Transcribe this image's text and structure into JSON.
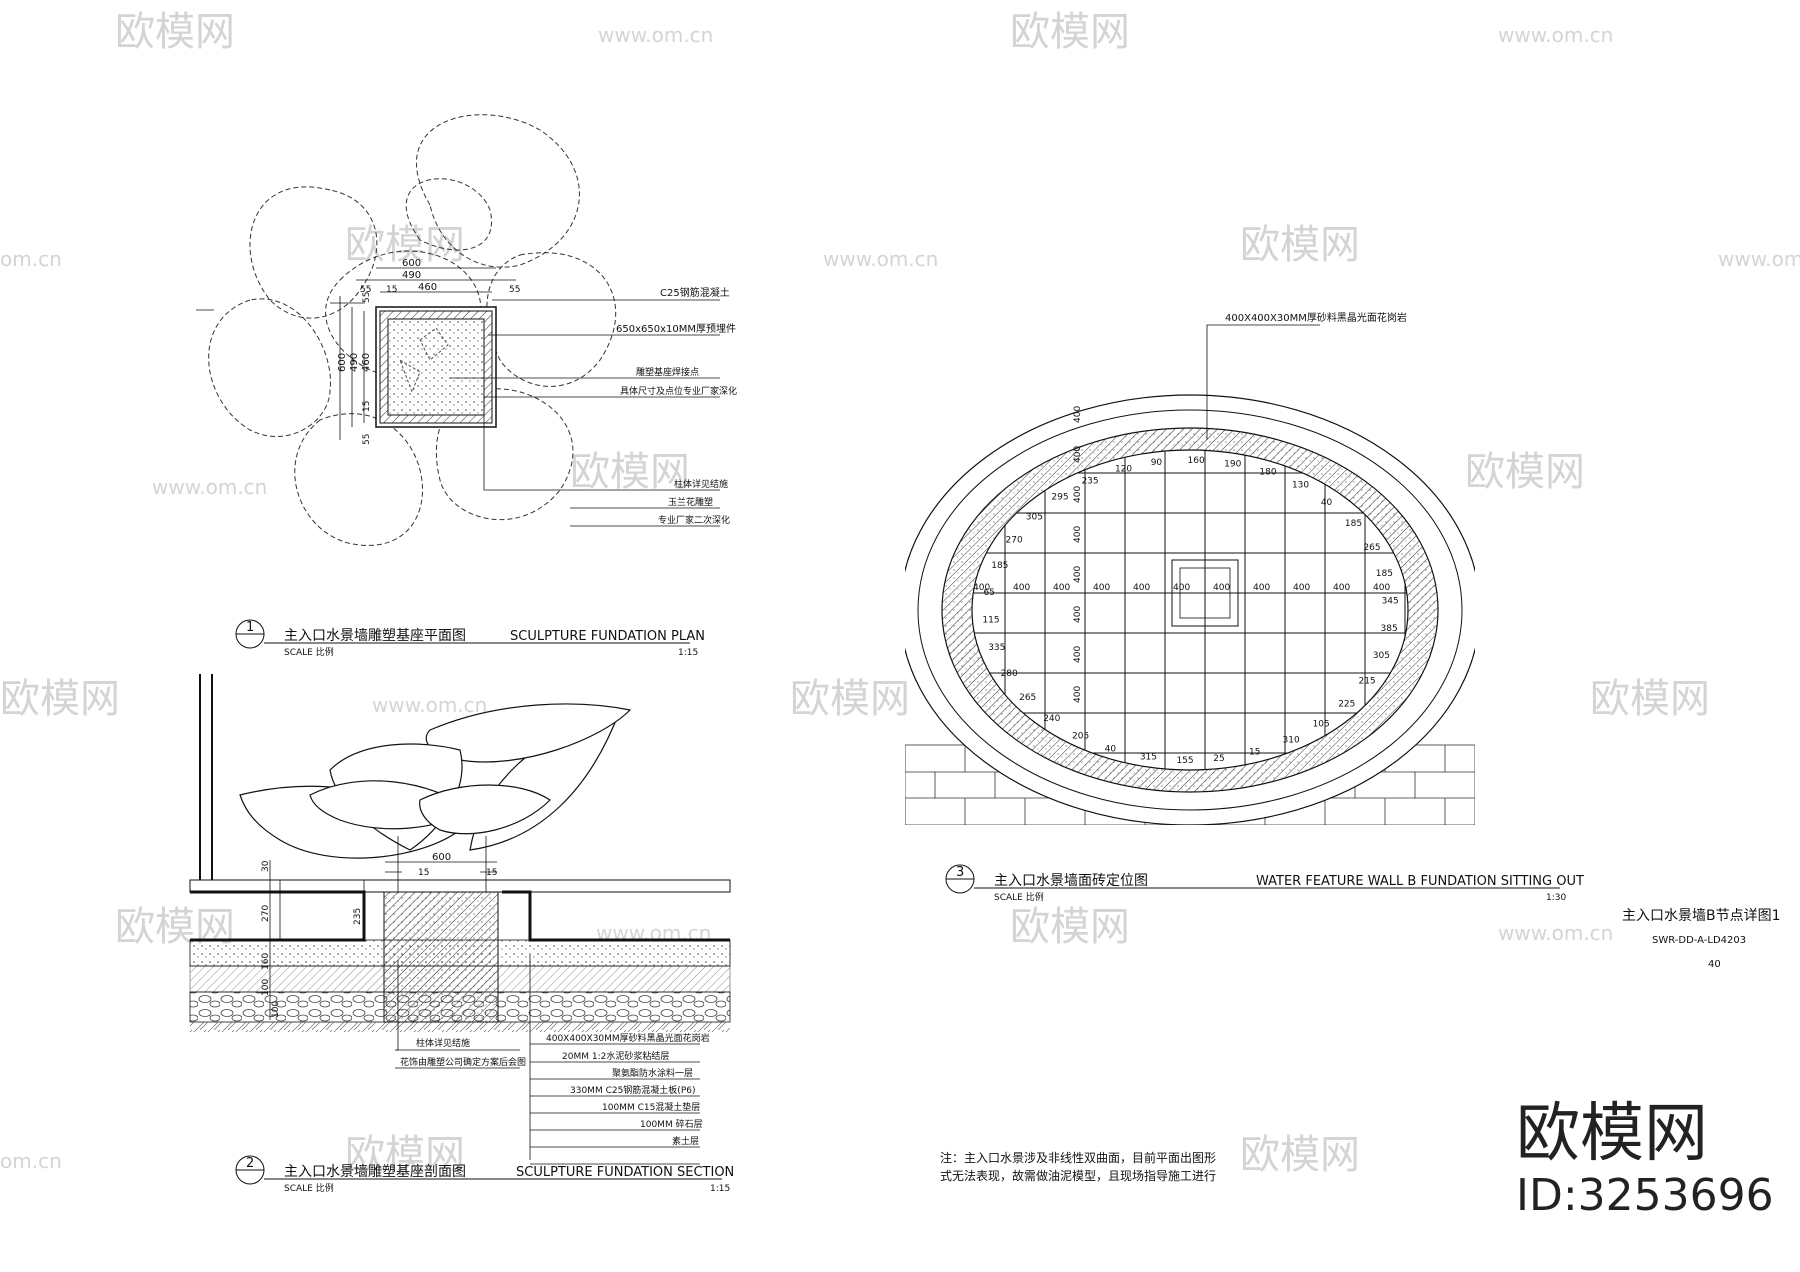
{
  "watermark": {
    "brand": "欧模网",
    "url": "www.om.cn",
    "url_short": "om.cn"
  },
  "drawing1": {
    "number": "1",
    "title_cn": "主入口水景墙雕塑基座平面图",
    "title_en": "SCULPTURE FUNDATION PLAN",
    "scale_label": "SCALE 比例",
    "scale": "1:15",
    "dims_top": [
      "55",
      "600",
      "490",
      "460",
      "15",
      "55"
    ],
    "dims_left": [
      "600",
      "490",
      "460",
      "15",
      "55",
      "55"
    ],
    "notes": [
      "C25钢筋混凝土",
      "650x650x10MM厚预埋件",
      "雕塑基座焊接点",
      "具体尺寸及点位专业厂家深化",
      "柱体详见结施",
      "玉兰花雕塑",
      "专业厂家二次深化"
    ]
  },
  "drawing2": {
    "number": "2",
    "title_cn": "主入口水景墙雕塑基座剖面图",
    "title_en": "SCULPTURE FUNDATION SECTION",
    "scale_label": "SCALE 比例",
    "scale": "1:15",
    "dims_left": [
      "30",
      "270",
      "235",
      "160",
      "100",
      "100"
    ],
    "dims_top": [
      "600",
      "15",
      "15"
    ],
    "notes_left": [
      "柱体详见结施",
      "花饰由雕塑公司确定方案后会图"
    ],
    "layers": [
      "400X400X30MM厚砂料黑晶光面花岗岩",
      "20MM 1:2水泥砂浆粘结层",
      "聚氨酯防水涂料一层",
      "330MM C25钢筋混凝土板(P6)",
      "100MM C15混凝土垫层",
      "100MM 碎石层",
      "素土层"
    ]
  },
  "drawing3": {
    "number": "3",
    "title_cn": "主入口水景墙面砖定位图",
    "title_en": "WATER FEATURE WALL B FUNDATION SITTING OUT",
    "scale_label": "SCALE 比例",
    "scale": "1:30",
    "tile_note": "400X400X30MM厚砂料黑晶光面花岗岩",
    "grid_h_dims": [
      "400",
      "400",
      "400",
      "400",
      "400",
      "400",
      "400",
      "400",
      "400",
      "400",
      "400"
    ],
    "grid_v_dims": [
      "400",
      "400",
      "400",
      "400",
      "400",
      "400",
      "400",
      "400"
    ],
    "edge_dims": [
      "90",
      "160",
      "190",
      "180",
      "130",
      "40",
      "185",
      "265",
      "185",
      "345",
      "385",
      "305",
      "215",
      "225",
      "105",
      "310",
      "15",
      "25",
      "155",
      "315",
      "40",
      "205",
      "240",
      "265",
      "280",
      "335",
      "115",
      "65",
      "185",
      "270",
      "305",
      "295",
      "235",
      "120"
    ]
  },
  "note": {
    "line1": "注：主入口水景涉及非线性双曲面，目前平面出图形",
    "line2": "式无法表现，故需做油泥模型，且现场指导施工进行"
  },
  "title_block": {
    "sheet_title": "主入口水景墙B节点详图1",
    "sheet_code": "SWR-DD-A-LD4203",
    "page": "40"
  },
  "brand_block": {
    "name": "欧模网",
    "id": "ID:3253696"
  }
}
